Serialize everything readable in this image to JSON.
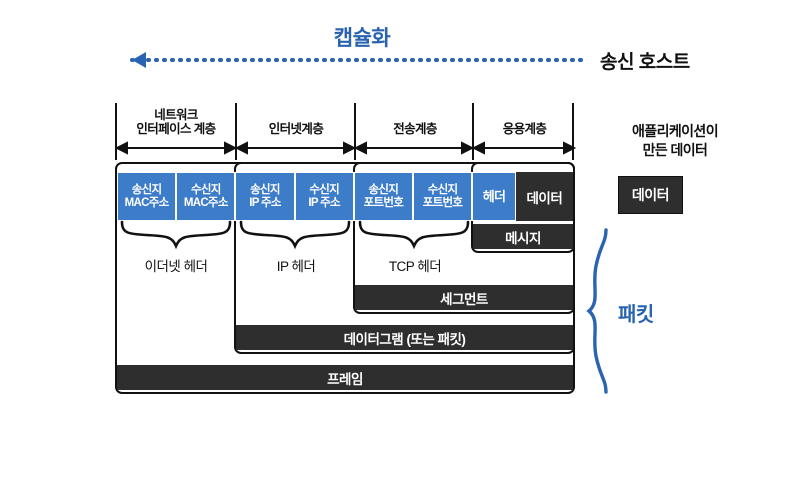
{
  "diagram": {
    "title": "캡슐화",
    "host_label": "송신 호스트",
    "accent_color": "#2a63b0",
    "cell_blue": "#3d7cc9",
    "dark": "#2e2e2e"
  },
  "layers": [
    {
      "name": "네트워크\n인터페이스 계층",
      "line1": "네트워크",
      "line2": "인터페이스 계층"
    },
    {
      "name": "인터넷계층",
      "line1": "인터넷계층",
      "line2": ""
    },
    {
      "name": "전송계층",
      "line1": "전송계층",
      "line2": ""
    },
    {
      "name": "응용계층",
      "line1": "응용계층",
      "line2": ""
    }
  ],
  "fields": [
    {
      "line1": "송신지",
      "line2": "MAC주소"
    },
    {
      "line1": "수신지",
      "line2": "MAC주소"
    },
    {
      "line1": "송신지",
      "line2": "IP 주소"
    },
    {
      "line1": "수신지",
      "line2": "IP 주소"
    },
    {
      "line1": "송신지",
      "line2": "포트번호"
    },
    {
      "line1": "수신지",
      "line2": "포트번호"
    }
  ],
  "app_cells": {
    "header": "헤더",
    "data": "데이터"
  },
  "header_labels": {
    "ethernet": "이더넷 헤더",
    "ip": "IP 헤더",
    "tcp": "TCP 헤더"
  },
  "pdu_bars": {
    "message": "메시지",
    "segment": "세그먼트",
    "datagram": "데이터그램 (또는 패킷)",
    "frame": "프레임"
  },
  "right_panel": {
    "note_line1": "애플리케이션이",
    "note_line2": "만든 데이터",
    "data_box": "데이터",
    "packet_label": "패킷"
  }
}
